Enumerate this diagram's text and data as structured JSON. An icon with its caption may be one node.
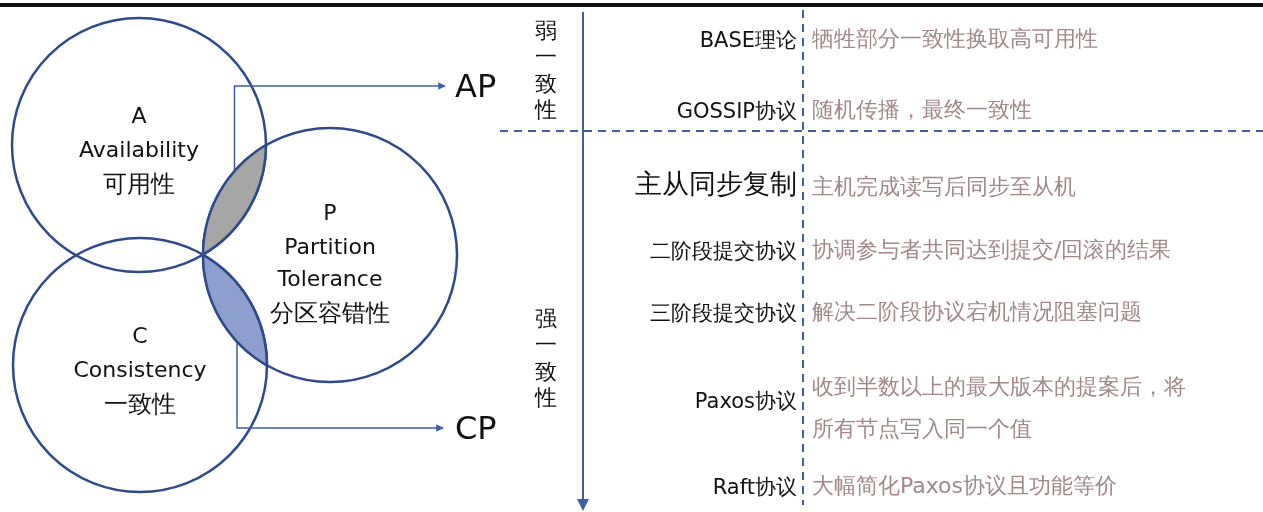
{
  "diagram": {
    "nodes": [
      {
        "text": [
          "A",
          "Availability",
          "可用性"
        ]
      },
      {
        "text": [
          "P",
          "Partition Tolerance",
          "分区容错性"
        ]
      },
      {
        "text": [
          "C",
          "Consistency",
          "一致性"
        ]
      },
      {
        "text": [],
        "shape": "lens"
      },
      {
        "text": [
          "AP"
        ]
      },
      {
        "text": [],
        "shape": "lens"
      },
      {
        "text": [
          "CP"
        ]
      }
    ],
    "edges": [
      {
        "from": 3,
        "to": 4,
        "arrow": "to"
      },
      {
        "from": 5,
        "to": 6,
        "arrow": "to"
      }
    ],
    "labels": [
      "弱一致性",
      "BASE理论",
      "牺牲部分一致性换取高可用性",
      "GOSSIP协议",
      "随机传播，最终一致性",
      "强一致性",
      "主从同步复制",
      "主机完成读写后同步至从机",
      "二阶段提交协议",
      "协调参与者共同达到提交/回滚的结果",
      "三阶段提交协议",
      "解决二阶段协议宕机情况阻塞问题",
      "Paxos协议",
      "收到半数以上的最大版本的提案后，将所有节点写入同一个值",
      "Raft协议",
      "大幅简化Paxos协议且功能等价"
    ]
  }
}
